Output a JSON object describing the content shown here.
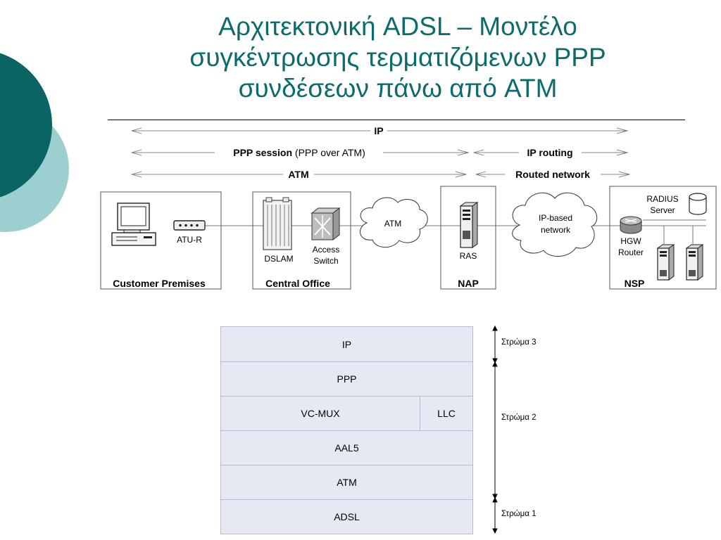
{
  "slide": {
    "title_lines": [
      "Αρχιτεκτονική ADSL – Μοντέλο",
      "συγκέντρωσης τερματιζόμενων PPP",
      "συνδέσεων πάνω από ATM"
    ]
  },
  "colors": {
    "title": "#0d6b6b",
    "deco_dark": "#0a6464",
    "deco_light": "#9ccfd0",
    "stack_fill": "#e6e8f4"
  },
  "diagram": {
    "arrows": {
      "ip": "IP",
      "ppp_bold": "PPP session",
      "ppp_normal": " (PPP over ATM)",
      "ip_routing": "IP routing",
      "atm": "ATM",
      "routed_network": "Routed network"
    },
    "devices": {
      "atur": "ATU-R",
      "dslam": "DSLAM",
      "access_switch_1": "Access",
      "access_switch_2": "Switch",
      "atm_cloud": "ATM",
      "ras": "RAS",
      "ip_cloud_1": "IP-based",
      "ip_cloud_2": "network",
      "radius_1": "RADIUS",
      "radius_2": "Server",
      "hgw_1": "HGW",
      "hgw_2": "Router"
    },
    "domains": {
      "customer": "Customer Premises",
      "central_office": "Central Office",
      "nap": "NAP",
      "nsp": "NSP"
    }
  },
  "stack": {
    "rows": [
      {
        "left": "IP"
      },
      {
        "left": "PPP"
      },
      {
        "left": "VC-MUX",
        "right": "LLC"
      },
      {
        "left": "AAL5"
      },
      {
        "left": "ATM"
      },
      {
        "left": "ADSL"
      }
    ],
    "layers": {
      "layer3": "Στρώμα 3",
      "layer2": "Στρώμα 2",
      "layer1": "Στρώμα 1"
    }
  }
}
